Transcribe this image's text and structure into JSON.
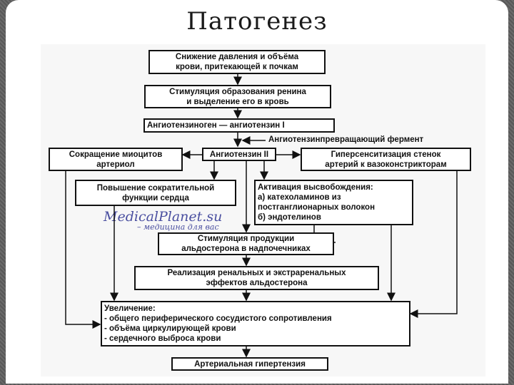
{
  "title": "Патогенез",
  "boxes": {
    "b1": [
      "Снижение давления и объёма",
      "крови, притекающей к почкам"
    ],
    "b2": [
      "Стимуляция образования ренина",
      "и выделение его в кровь"
    ],
    "b3": [
      "Ангиотензиноген — ангиотензин I"
    ],
    "enzyme": "Ангиотензинпревращающий фермент",
    "left": [
      "Сокращение миоцитов",
      "артериол"
    ],
    "center": [
      "Ангиотензин II"
    ],
    "right": [
      "Гиперсенситизация стенок",
      "артерий к вазоконстрикторам"
    ],
    "heart": [
      "Повышение сократительной",
      "функции сердца"
    ],
    "release": [
      "Активация высвобождения:",
      "а) катехоламинов из",
      "постганглионарных волокон",
      "б) эндотелинов"
    ],
    "aldo": [
      "Стимуляция продукции",
      "альдостерона в надпочечниках"
    ],
    "effects": [
      "Реализация ренальных и экстраренальных",
      "эффектов альдостерона"
    ],
    "increase": [
      "Увеличение:",
      "- общего периферического сосудистого сопротивления",
      "- объёма циркулирующей крови",
      "- сердечного выброса крови"
    ],
    "final": [
      "Артериальная гипертензия"
    ]
  },
  "watermark": {
    "site": "MedicalPlanet.su",
    "tagline": "– медицина для вас"
  }
}
